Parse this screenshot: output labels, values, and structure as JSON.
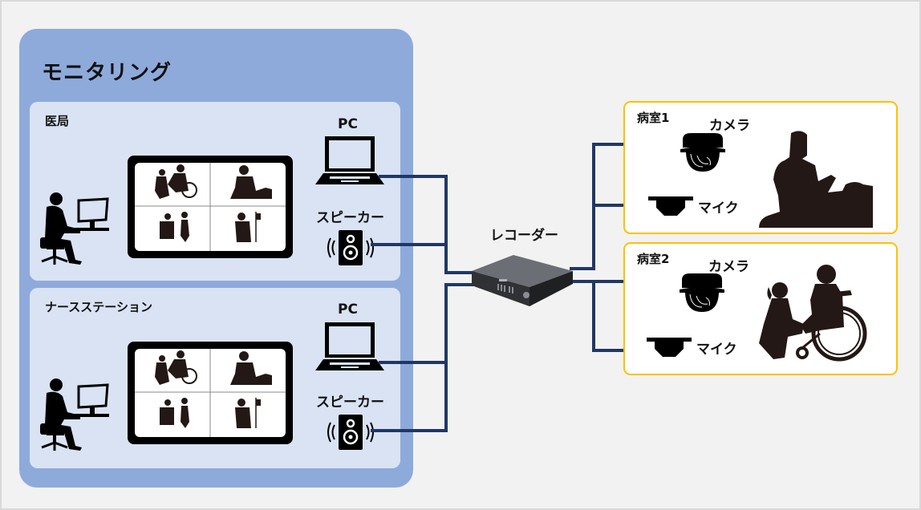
{
  "diagram": {
    "title": "モニタリング",
    "colors": {
      "monitoring_panel": "#8eaadb",
      "station_bg": "#dae3f3",
      "room_border": "#ffc000",
      "cable": "#203864",
      "background": "#f2f2f2"
    },
    "stations": [
      {
        "label": "医局",
        "pc_label": "PC",
        "speaker_label": "スピーカー"
      },
      {
        "label": "ナースステーション",
        "pc_label": "PC",
        "speaker_label": "スピーカー"
      }
    ],
    "recorder": {
      "label": "レコーダー"
    },
    "rooms": [
      {
        "label": "病室1",
        "camera_label": "カメラ",
        "mic_label": "マイク"
      },
      {
        "label": "病室2",
        "camera_label": "カメラ",
        "mic_label": "マイク"
      }
    ],
    "icons": {
      "operator": "person-at-desk-icon",
      "multiview_monitor": "quad-view-monitor-icon",
      "pc": "laptop-icon",
      "speaker": "speaker-icon",
      "recorder": "recorder-icon",
      "camera": "dome-camera-icon",
      "mic": "ceiling-mic-icon"
    }
  }
}
